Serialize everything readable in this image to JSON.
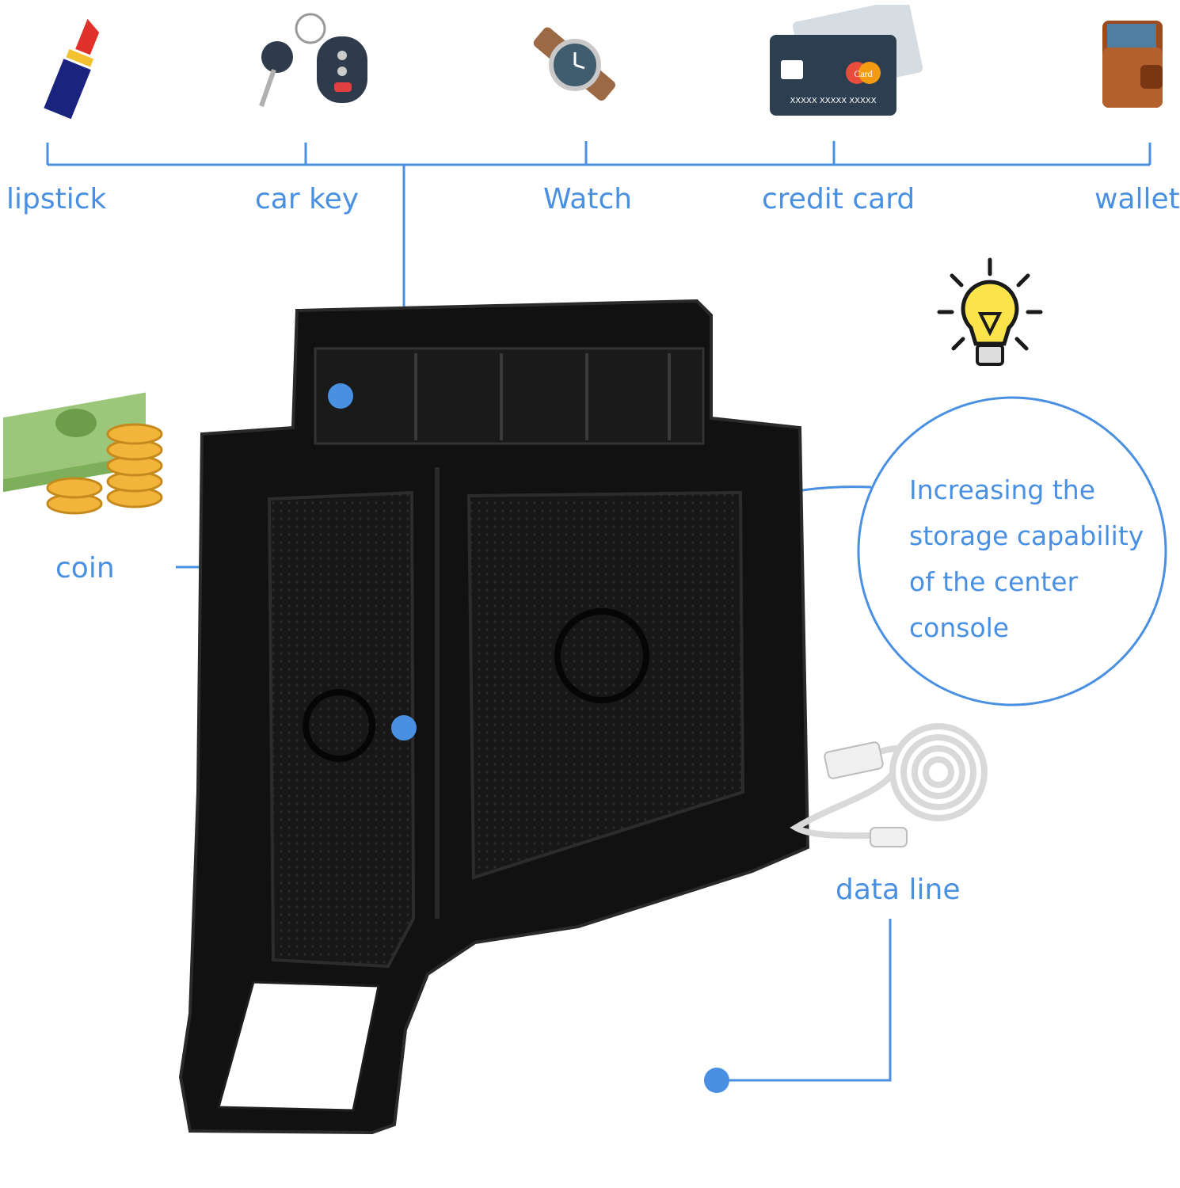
{
  "colors": {
    "accent": "#4a90e2",
    "tray": "#151515",
    "tray_edge": "#2a2a2a"
  },
  "top_items": [
    {
      "label": "lipstick",
      "icon": "lipstick-icon"
    },
    {
      "label": "car key",
      "icon": "car-key-icon"
    },
    {
      "label": "Watch",
      "icon": "watch-icon"
    },
    {
      "label": "credit card",
      "icon": "credit-card-icon"
    },
    {
      "label": "wallet",
      "icon": "wallet-icon"
    }
  ],
  "card_text": {
    "brand": "Card",
    "number": "XXXXX XXXXX XXXXX"
  },
  "coin": {
    "label": "coin",
    "icon": "money-coins-icon"
  },
  "data_line": {
    "label": "data line",
    "icon": "usb-cable-icon"
  },
  "tip": {
    "icon": "light-bulb-icon",
    "lines": [
      "Increasing the",
      "storage capability",
      "of the center",
      "console"
    ]
  },
  "product": {
    "icon": "center-console-tray"
  }
}
